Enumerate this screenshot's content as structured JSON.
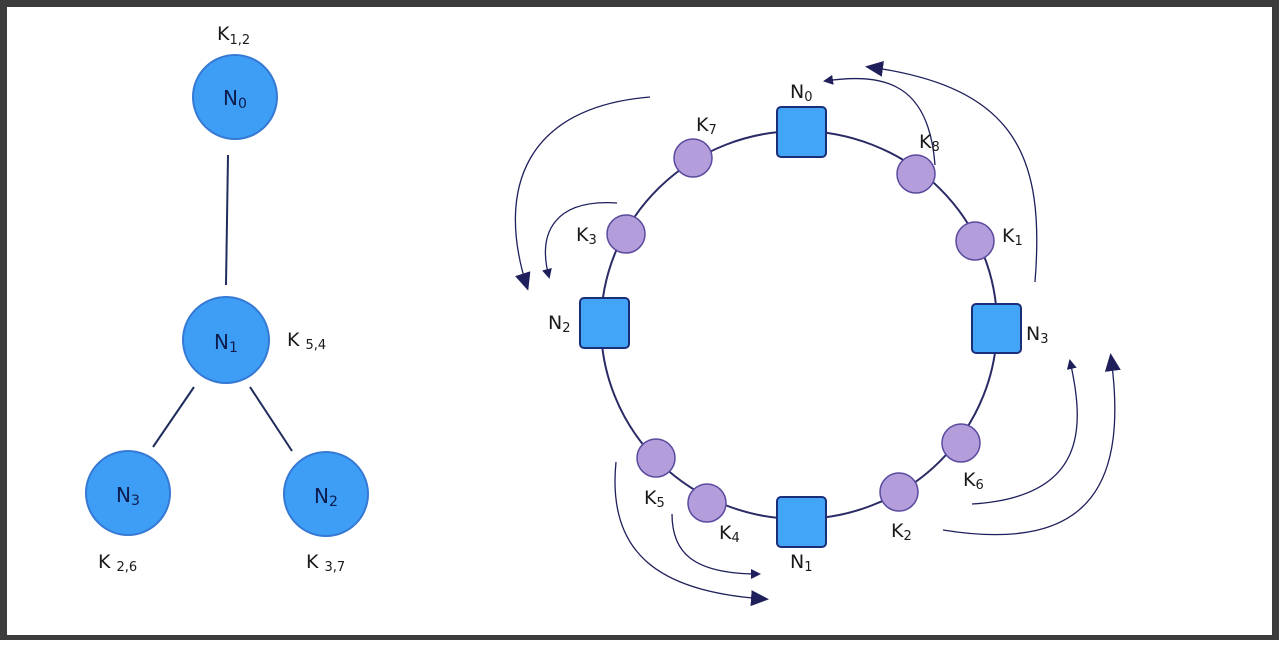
{
  "colors": {
    "tree_node_fill": "#3e9ef5",
    "tree_node_stroke": "#3579d4",
    "ring_stroke": "#2a2a66",
    "server_fill": "#42a5f5",
    "server_stroke": "#1c2d7a",
    "key_fill": "#b39ddb",
    "key_stroke": "#5b4a9e",
    "arrow": "#1f1f5c",
    "edge": "#1f2d5c"
  },
  "tree": {
    "nodes": [
      {
        "id": "n0",
        "base": "N",
        "sub": "0",
        "key_base": "K",
        "key_sub": "1,2"
      },
      {
        "id": "n1",
        "base": "N",
        "sub": "1",
        "key_base": "K ",
        "key_sub": "5,4"
      },
      {
        "id": "n3",
        "base": "N",
        "sub": "3",
        "key_base": "K ",
        "key_sub": "2,6"
      },
      {
        "id": "n2",
        "base": "N",
        "sub": "2",
        "key_base": "K ",
        "key_sub": "3,7"
      }
    ],
    "edges": [
      [
        "n0",
        "n1"
      ],
      [
        "n1",
        "n3"
      ],
      [
        "n1",
        "n2"
      ]
    ]
  },
  "ring": {
    "servers": [
      {
        "id": "N0",
        "base": "N",
        "sub": "0"
      },
      {
        "id": "N3",
        "base": "N",
        "sub": "3"
      },
      {
        "id": "N1",
        "base": "N",
        "sub": "1"
      },
      {
        "id": "N2",
        "base": "N",
        "sub": "2"
      }
    ],
    "keys": [
      {
        "id": "K7",
        "base": "K",
        "sub": "7"
      },
      {
        "id": "K8",
        "base": "K",
        "sub": "8"
      },
      {
        "id": "K1",
        "base": "K",
        "sub": "1"
      },
      {
        "id": "K3",
        "base": "K",
        "sub": "3"
      },
      {
        "id": "K6",
        "base": "K",
        "sub": "6"
      },
      {
        "id": "K2",
        "base": "K",
        "sub": "2"
      },
      {
        "id": "K5",
        "base": "K",
        "sub": "5"
      },
      {
        "id": "K4",
        "base": "K",
        "sub": "4"
      }
    ]
  }
}
